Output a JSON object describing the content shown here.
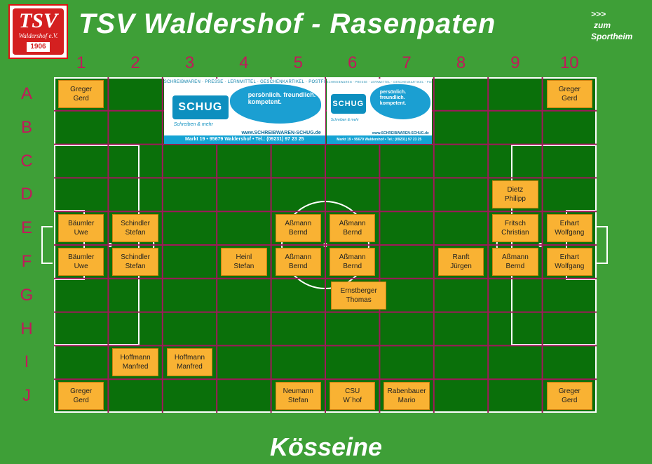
{
  "header": {
    "logo": {
      "tsv": "TSV",
      "club": "Waldershof e.V.",
      "year": "1906"
    },
    "title": "TSV Waldershof - Rasenpaten",
    "link": {
      "arrow": ">>>",
      "line1": "zum",
      "line2": "Sportheim"
    }
  },
  "columns": [
    "1",
    "2",
    "3",
    "4",
    "5",
    "6",
    "7",
    "8",
    "9",
    "10"
  ],
  "rows": [
    "A",
    "B",
    "C",
    "D",
    "E",
    "F",
    "G",
    "H",
    "I",
    "J"
  ],
  "ads": [
    {
      "top_text": "SCHREIBWAREN · PRESSE · LERNMITTEL · GESCHENKARTIKEL · POSTFILIALE",
      "logo": "SCHUG",
      "slogan": "persönlich. freundlich. kompetent.",
      "tagline": "Schreiben & mehr",
      "web": "www.SCHREIBWAREN-SCHUG.de",
      "address": "Markt 19 • 95679 Waldershof • Tel.: (09231) 97 23 25"
    },
    {
      "top_text": "SCHREIBWAREN · PRESSE · LERNMITTEL · GESCHENKARTIKEL · POSTFILIALE",
      "logo": "SCHUG",
      "slogan": "persönlich. freundlich. kompetent.",
      "tagline": "Schreiben & mehr",
      "web": "www.SCHREIBWAREN-SCHUG.de",
      "address": "Markt 19 • 95679 Waldershof • Tel.: (09231) 97 23 25"
    }
  ],
  "sponsors": [
    {
      "col": 1,
      "row": "A",
      "line1": "Greger",
      "line2": "Gerd"
    },
    {
      "col": 10,
      "row": "A",
      "line1": "Greger",
      "line2": "Gerd"
    },
    {
      "col": 9,
      "row": "D",
      "line1": "Dietz",
      "line2": "Philipp"
    },
    {
      "col": 1,
      "row": "E",
      "line1": "Bäumler",
      "line2": "Uwe"
    },
    {
      "col": 2,
      "row": "E",
      "line1": "Schindler",
      "line2": "Stefan"
    },
    {
      "col": 5,
      "row": "E",
      "line1": "Aßmann",
      "line2": "Bernd"
    },
    {
      "col": 6,
      "row": "E",
      "line1": "Aßmann",
      "line2": "Bernd"
    },
    {
      "col": 9,
      "row": "E",
      "line1": "Fritsch",
      "line2": "Christian"
    },
    {
      "col": 10,
      "row": "E",
      "line1": "Erhart",
      "line2": "Wolfgang"
    },
    {
      "col": 1,
      "row": "F",
      "line1": "Bäumler",
      "line2": "Uwe"
    },
    {
      "col": 2,
      "row": "F",
      "line1": "Schindler",
      "line2": "Stefan"
    },
    {
      "col": 4,
      "row": "F",
      "line1": "Heinl",
      "line2": "Stefan"
    },
    {
      "col": 5,
      "row": "F",
      "line1": "Aßmann",
      "line2": "Bernd"
    },
    {
      "col": 6,
      "row": "F",
      "line1": "Aßmann",
      "line2": "Bernd"
    },
    {
      "col": 8,
      "row": "F",
      "line1": "Ranft",
      "line2": "Jürgen"
    },
    {
      "col": 9,
      "row": "F",
      "line1": "Aßmann",
      "line2": "Bernd"
    },
    {
      "col": 10,
      "row": "F",
      "line1": "Erhart",
      "line2": "Wolfgang"
    },
    {
      "col": 6,
      "row": "G",
      "line1": "Ernstberger",
      "line2": "Thomas"
    },
    {
      "col": 2,
      "row": "I",
      "line1": "Hoffmann",
      "line2": "Manfred"
    },
    {
      "col": 3,
      "row": "I",
      "line1": "Hoffmann",
      "line2": "Manfred"
    },
    {
      "col": 1,
      "row": "J",
      "line1": "Greger",
      "line2": "Gerd"
    },
    {
      "col": 5,
      "row": "J",
      "line1": "Neumann",
      "line2": "Stefan"
    },
    {
      "col": 6,
      "row": "J",
      "line1": "CSU",
      "line2": "W`hof"
    },
    {
      "col": 7,
      "row": "J",
      "line1": "Rabenbauer",
      "line2": "Mario"
    },
    {
      "col": 10,
      "row": "J",
      "line1": "Greger",
      "line2": "Gerd"
    }
  ],
  "footer": {
    "title": "Kösseine"
  },
  "colors": {
    "background": "#3e9f37",
    "pitch": "#0a700a",
    "grid": "#a0185a",
    "card": "#f9b233",
    "label": "#c2185b"
  }
}
